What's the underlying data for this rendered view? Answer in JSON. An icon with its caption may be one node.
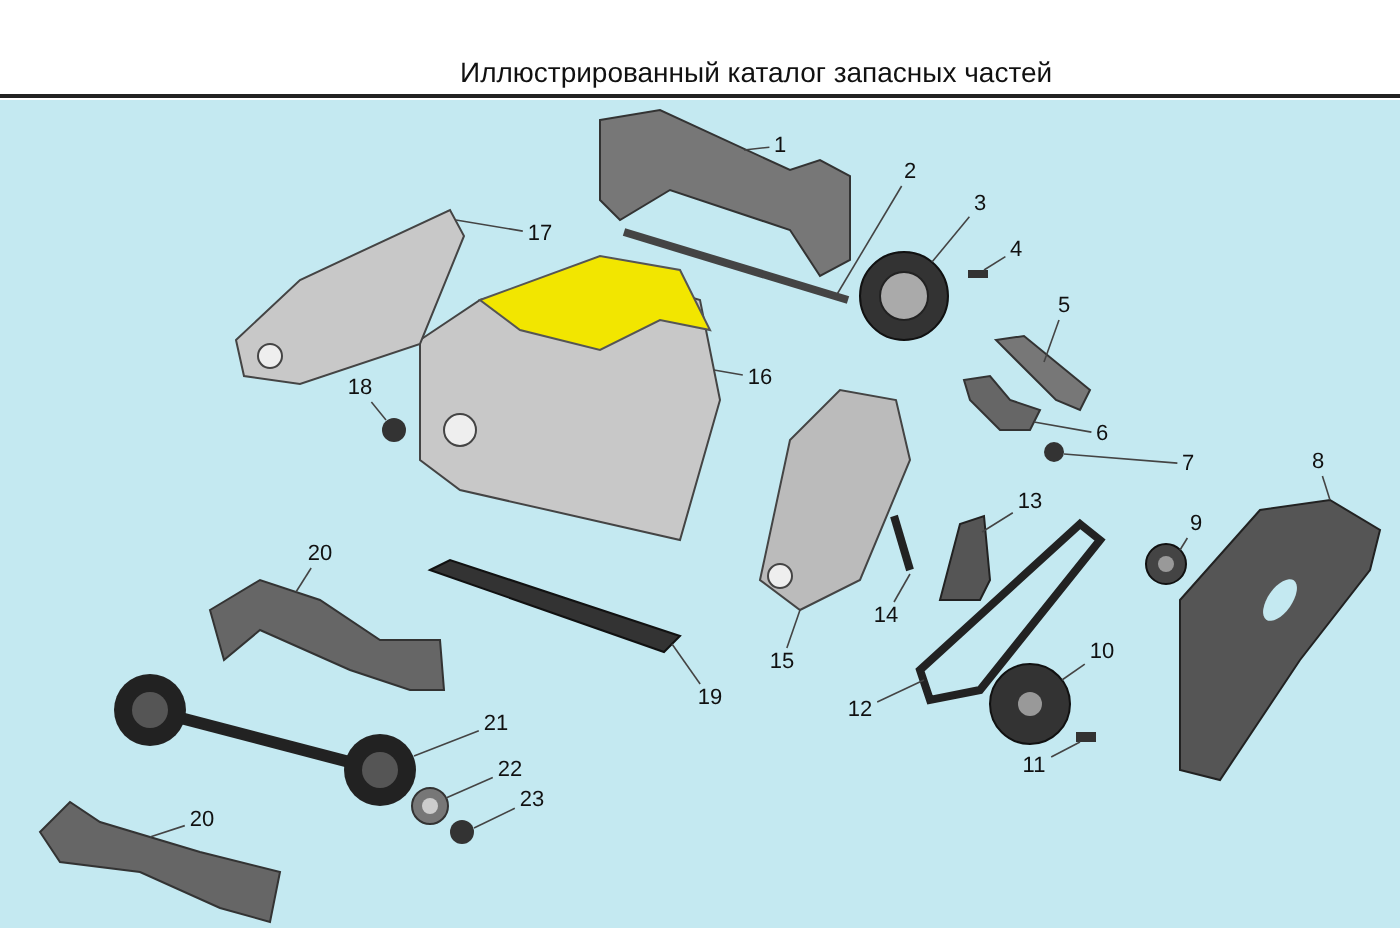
{
  "diagram": {
    "title": "Иллюстрированный каталог запасных частей",
    "nodes": [
      {
        "text": [
          "1"
        ]
      },
      {
        "text": [
          "2"
        ]
      },
      {
        "text": [
          "3"
        ]
      },
      {
        "text": [
          "4"
        ]
      },
      {
        "text": [
          "5"
        ]
      },
      {
        "text": [
          "6"
        ]
      },
      {
        "text": [
          "7"
        ]
      },
      {
        "text": [
          "8"
        ]
      },
      {
        "text": [
          "9"
        ]
      },
      {
        "text": [
          "10"
        ]
      },
      {
        "text": [
          "11"
        ]
      },
      {
        "text": [
          "12"
        ]
      },
      {
        "text": [
          "13"
        ]
      },
      {
        "text": [
          "14"
        ]
      },
      {
        "text": [
          "15"
        ]
      },
      {
        "text": [
          "16"
        ]
      },
      {
        "text": [
          "17"
        ]
      },
      {
        "text": [
          "18"
        ]
      },
      {
        "text": [
          "19"
        ]
      },
      {
        "text": [
          "20"
        ]
      },
      {
        "text": [
          "21"
        ]
      },
      {
        "text": [
          "22"
        ]
      },
      {
        "text": [
          "23"
        ]
      },
      {
        "text": [
          "20"
        ]
      },
      {
        "text": [],
        "shape": "picture"
      },
      {
        "text": [],
        "shape": "picture"
      },
      {
        "text": [],
        "shape": "picture"
      },
      {
        "text": [],
        "shape": "box"
      },
      {
        "text": [],
        "shape": "picture"
      },
      {
        "text": [],
        "shape": "picture"
      },
      {
        "text": [],
        "shape": "circle"
      },
      {
        "text": [],
        "shape": "picture"
      },
      {
        "text": [],
        "shape": "picture"
      },
      {
        "text": [],
        "shape": "picture"
      },
      {
        "text": [],
        "shape": "box"
      },
      {
        "text": [],
        "shape": "picture"
      },
      {
        "text": [],
        "shape": "picture"
      },
      {
        "text": [],
        "shape": "picture"
      },
      {
        "text": [],
        "shape": "picture"
      },
      {
        "text": [],
        "shape": "picture"
      },
      {
        "text": [],
        "shape": "picture"
      },
      {
        "text": [],
        "shape": "circle"
      },
      {
        "text": [],
        "shape": "picture"
      },
      {
        "text": [],
        "shape": "picture"
      },
      {
        "text": [],
        "shape": "picture"
      },
      {
        "text": [],
        "shape": "picture"
      },
      {
        "text": [],
        "shape": "circle"
      },
      {
        "text": [],
        "shape": "picture"
      }
    ],
    "edges": [
      {
        "from": 0,
        "to": 24,
        "arrow": "none"
      },
      {
        "from": 1,
        "to": 25,
        "arrow": "none"
      },
      {
        "from": 2,
        "to": 26,
        "arrow": "none"
      },
      {
        "from": 3,
        "to": 27,
        "arrow": "none"
      },
      {
        "from": 4,
        "to": 28,
        "arrow": "none"
      },
      {
        "from": 5,
        "to": 29,
        "arrow": "none"
      },
      {
        "from": 6,
        "to": 30,
        "arrow": "none"
      },
      {
        "from": 7,
        "to": 31,
        "arrow": "none"
      },
      {
        "from": 8,
        "to": 32,
        "arrow": "none"
      },
      {
        "from": 9,
        "to": 33,
        "arrow": "none"
      },
      {
        "from": 10,
        "to": 34,
        "arrow": "none"
      },
      {
        "from": 11,
        "to": 35,
        "arrow": "none"
      },
      {
        "from": 12,
        "to": 36,
        "arrow": "none"
      },
      {
        "from": 13,
        "to": 37,
        "arrow": "none"
      },
      {
        "from": 14,
        "to": 38,
        "arrow": "none"
      },
      {
        "from": 15,
        "to": 39,
        "arrow": "none"
      },
      {
        "from": 16,
        "to": 40,
        "arrow": "none"
      },
      {
        "from": 17,
        "to": 41,
        "arrow": "none"
      },
      {
        "from": 18,
        "to": 42,
        "arrow": "none"
      },
      {
        "from": 19,
        "to": 43,
        "arrow": "none"
      },
      {
        "from": 20,
        "to": 44,
        "arrow": "none"
      },
      {
        "from": 21,
        "to": 45,
        "arrow": "none"
      },
      {
        "from": 22,
        "to": 46,
        "arrow": "none"
      },
      {
        "from": 23,
        "to": 47,
        "arrow": "none"
      }
    ]
  }
}
